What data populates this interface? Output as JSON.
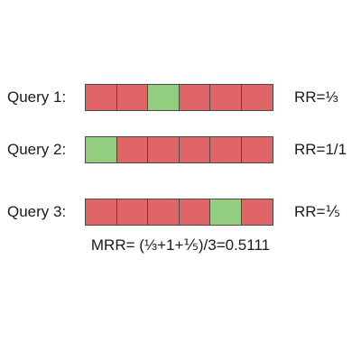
{
  "queries": [
    {
      "label": "Query 1:",
      "cells": [
        "irrelevant",
        "irrelevant",
        "relevant",
        "irrelevant",
        "irrelevant",
        "irrelevant"
      ],
      "rr": "RR=⅓"
    },
    {
      "label": "Query 2:",
      "cells": [
        "relevant",
        "irrelevant",
        "irrelevant",
        "irrelevant",
        "irrelevant",
        "irrelevant"
      ],
      "rr": "RR=1/1"
    },
    {
      "label": "Query 3:",
      "cells": [
        "irrelevant",
        "irrelevant",
        "irrelevant",
        "irrelevant",
        "relevant",
        "irrelevant"
      ],
      "rr": "RR=⅕"
    }
  ],
  "formula": "MRR= (⅓+1+⅕)/3=0.5111",
  "colors": {
    "relevant": "#93cd80",
    "irrelevant": "#e06566",
    "border": "#4a4a4a"
  }
}
